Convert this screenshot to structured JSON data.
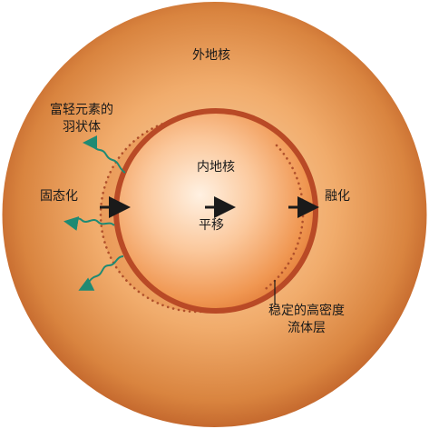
{
  "labels": {
    "outer_core": "外地核",
    "inner_core": "内地核",
    "translation": "平移",
    "solidification": "固态化",
    "melting": "融化",
    "plume_line1": "富轻元素的",
    "plume_line2": "羽状体",
    "stable_layer_line1": "稳定的高密度",
    "stable_layer_line2": "流体层"
  },
  "colors": {
    "outer_core_center": "#f6c187",
    "outer_core_edge": "#c56a2e",
    "inner_core_center": "#fde2c8",
    "inner_core_edge": "#e9843f",
    "inner_core_rim": "#b94a26",
    "dotted_boundary": "#b0502b",
    "plume_arrows": "#1f8a73",
    "arrows": "#1a1a1a"
  }
}
